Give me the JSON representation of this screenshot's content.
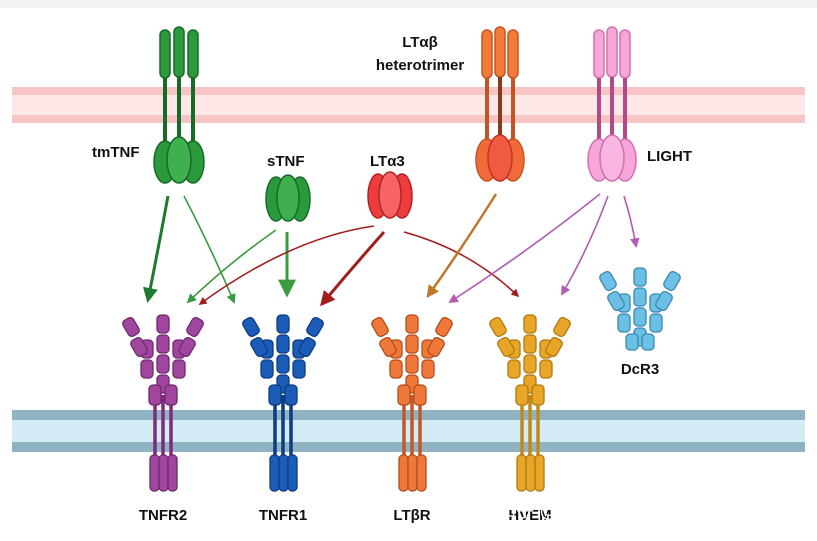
{
  "ligands": {
    "tmtnf": "tmTNF",
    "stnf": "sTNF",
    "lta3": "LTα3",
    "ltab_line1": "LTαβ",
    "ltab_line2": "heterotrimer",
    "light": "LIGHT"
  },
  "receptors": {
    "tnfr2": "TNFR2",
    "tnfr1": "TNFR1",
    "ltbr": "LTβR",
    "hvem": "HVEM",
    "dcr3": "DcR3"
  },
  "watermark": "知乎 @南京科佰生物科技...",
  "colors": {
    "tmtnf": "#1e8a35",
    "stnf": "#2aa043",
    "lta3": "#f0474a",
    "ltab": "#f47a3a",
    "light": "#f4a0d6",
    "tnfr2": "#a0469e",
    "tnfr1": "#1a5cb8",
    "ltbr": "#f0773a",
    "hvem": "#e8a628",
    "dcr3": "#6cc0e6",
    "membrane_top": "#f7c8c8",
    "membrane_bottom": "#cfe6f2"
  }
}
